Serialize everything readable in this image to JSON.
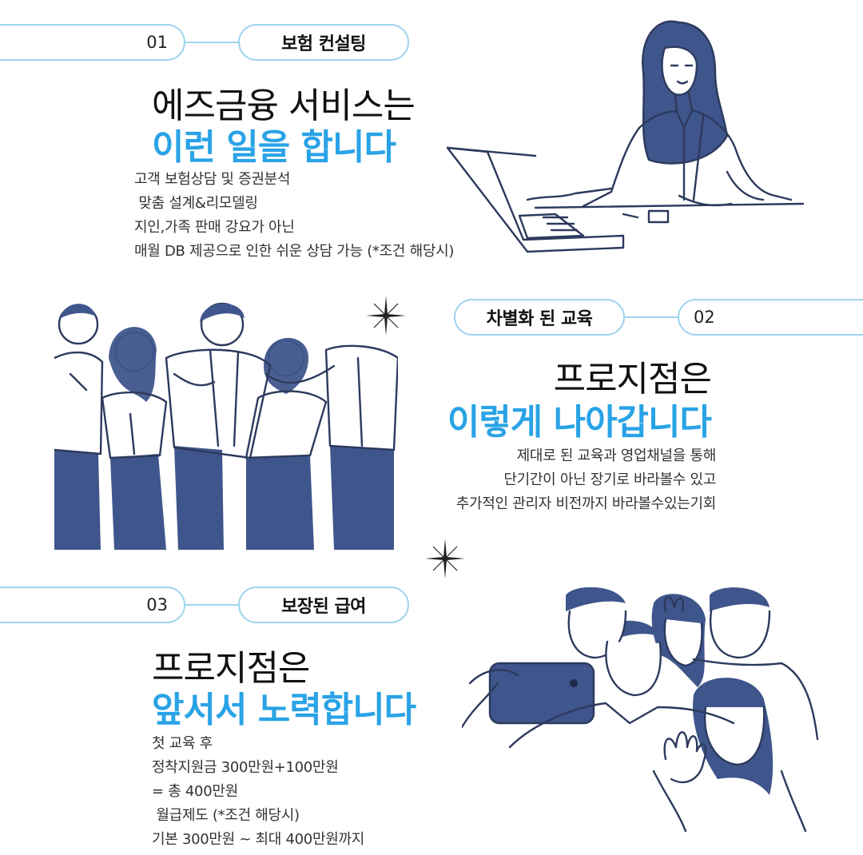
{
  "colors": {
    "accent_blue": "#2aa3e6",
    "line_blue": "#9fd4ec",
    "navy": "#3f568c"
  },
  "section1": {
    "number": "01",
    "tag": "보험 컨설팅",
    "heading_line1": "에즈금융 서비스는",
    "heading_line2": "이런 일을 합니다",
    "body": [
      "고객 보험상담 및 증권분석",
      " 맞춤 설계&리모델링",
      "지인,가족 판매 강요가 아닌",
      "매월 DB 제공으로 인한 쉬운 상담 가능 (*조건 해당시)"
    ]
  },
  "section2": {
    "number": "02",
    "tag": "차별화 된 교육",
    "heading_line1": "프로지점은",
    "heading_line2": "이렇게 나아갑니다",
    "body": [
      "제대로 된 교육과 영업채널을 통해",
      "단기간이 아닌 장기로 바라볼수 있고",
      "추가적인 관리자 비전까지 바라볼수있는기회"
    ]
  },
  "section3": {
    "number": "03",
    "tag": "보장된 급여",
    "heading_line1": "프로지점은",
    "heading_line2": "앞서서 노력합니다",
    "body": [
      "첫 교육 후",
      "정착지원금 300만원+100만원",
      "= 총 400만원",
      " 월급제도 (*조건 해당시)",
      "기본 300만원 ~ 최대 400만원까지"
    ]
  },
  "illustrations": {
    "section1": "woman-at-laptop-illustration",
    "section2": "group-of-friends-illustration",
    "section3": "group-selfie-illustration",
    "decor": "sparkle-icon"
  }
}
